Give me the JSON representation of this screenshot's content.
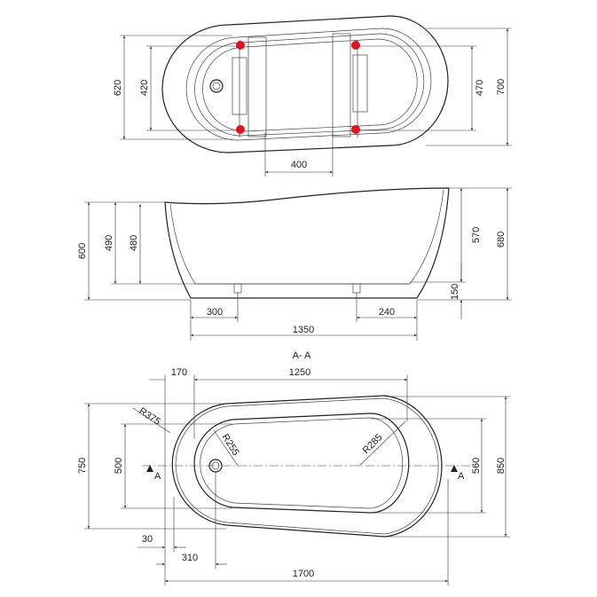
{
  "top_view": {
    "dims": {
      "width_620": "620",
      "width_420": "420",
      "width_470": "470",
      "width_700": "700",
      "spacing_400": "400"
    },
    "foot_color": "#e0141e"
  },
  "side_view": {
    "dims": {
      "h600": "600",
      "h490": "490",
      "h480": "480",
      "h570": "570",
      "h680": "680",
      "h150": "150",
      "l300": "300",
      "l240": "240",
      "l1350": "1350"
    }
  },
  "plan_view": {
    "section_label": "A- A",
    "section_marker": "A",
    "dims": {
      "d170": "170",
      "d1250": "1250",
      "r375": "R375",
      "r255": "R255",
      "r285": "R285",
      "d750": "750",
      "d500": "500",
      "d560": "560",
      "d850": "850",
      "d30": "30",
      "d310": "310",
      "d1700": "1700"
    }
  }
}
